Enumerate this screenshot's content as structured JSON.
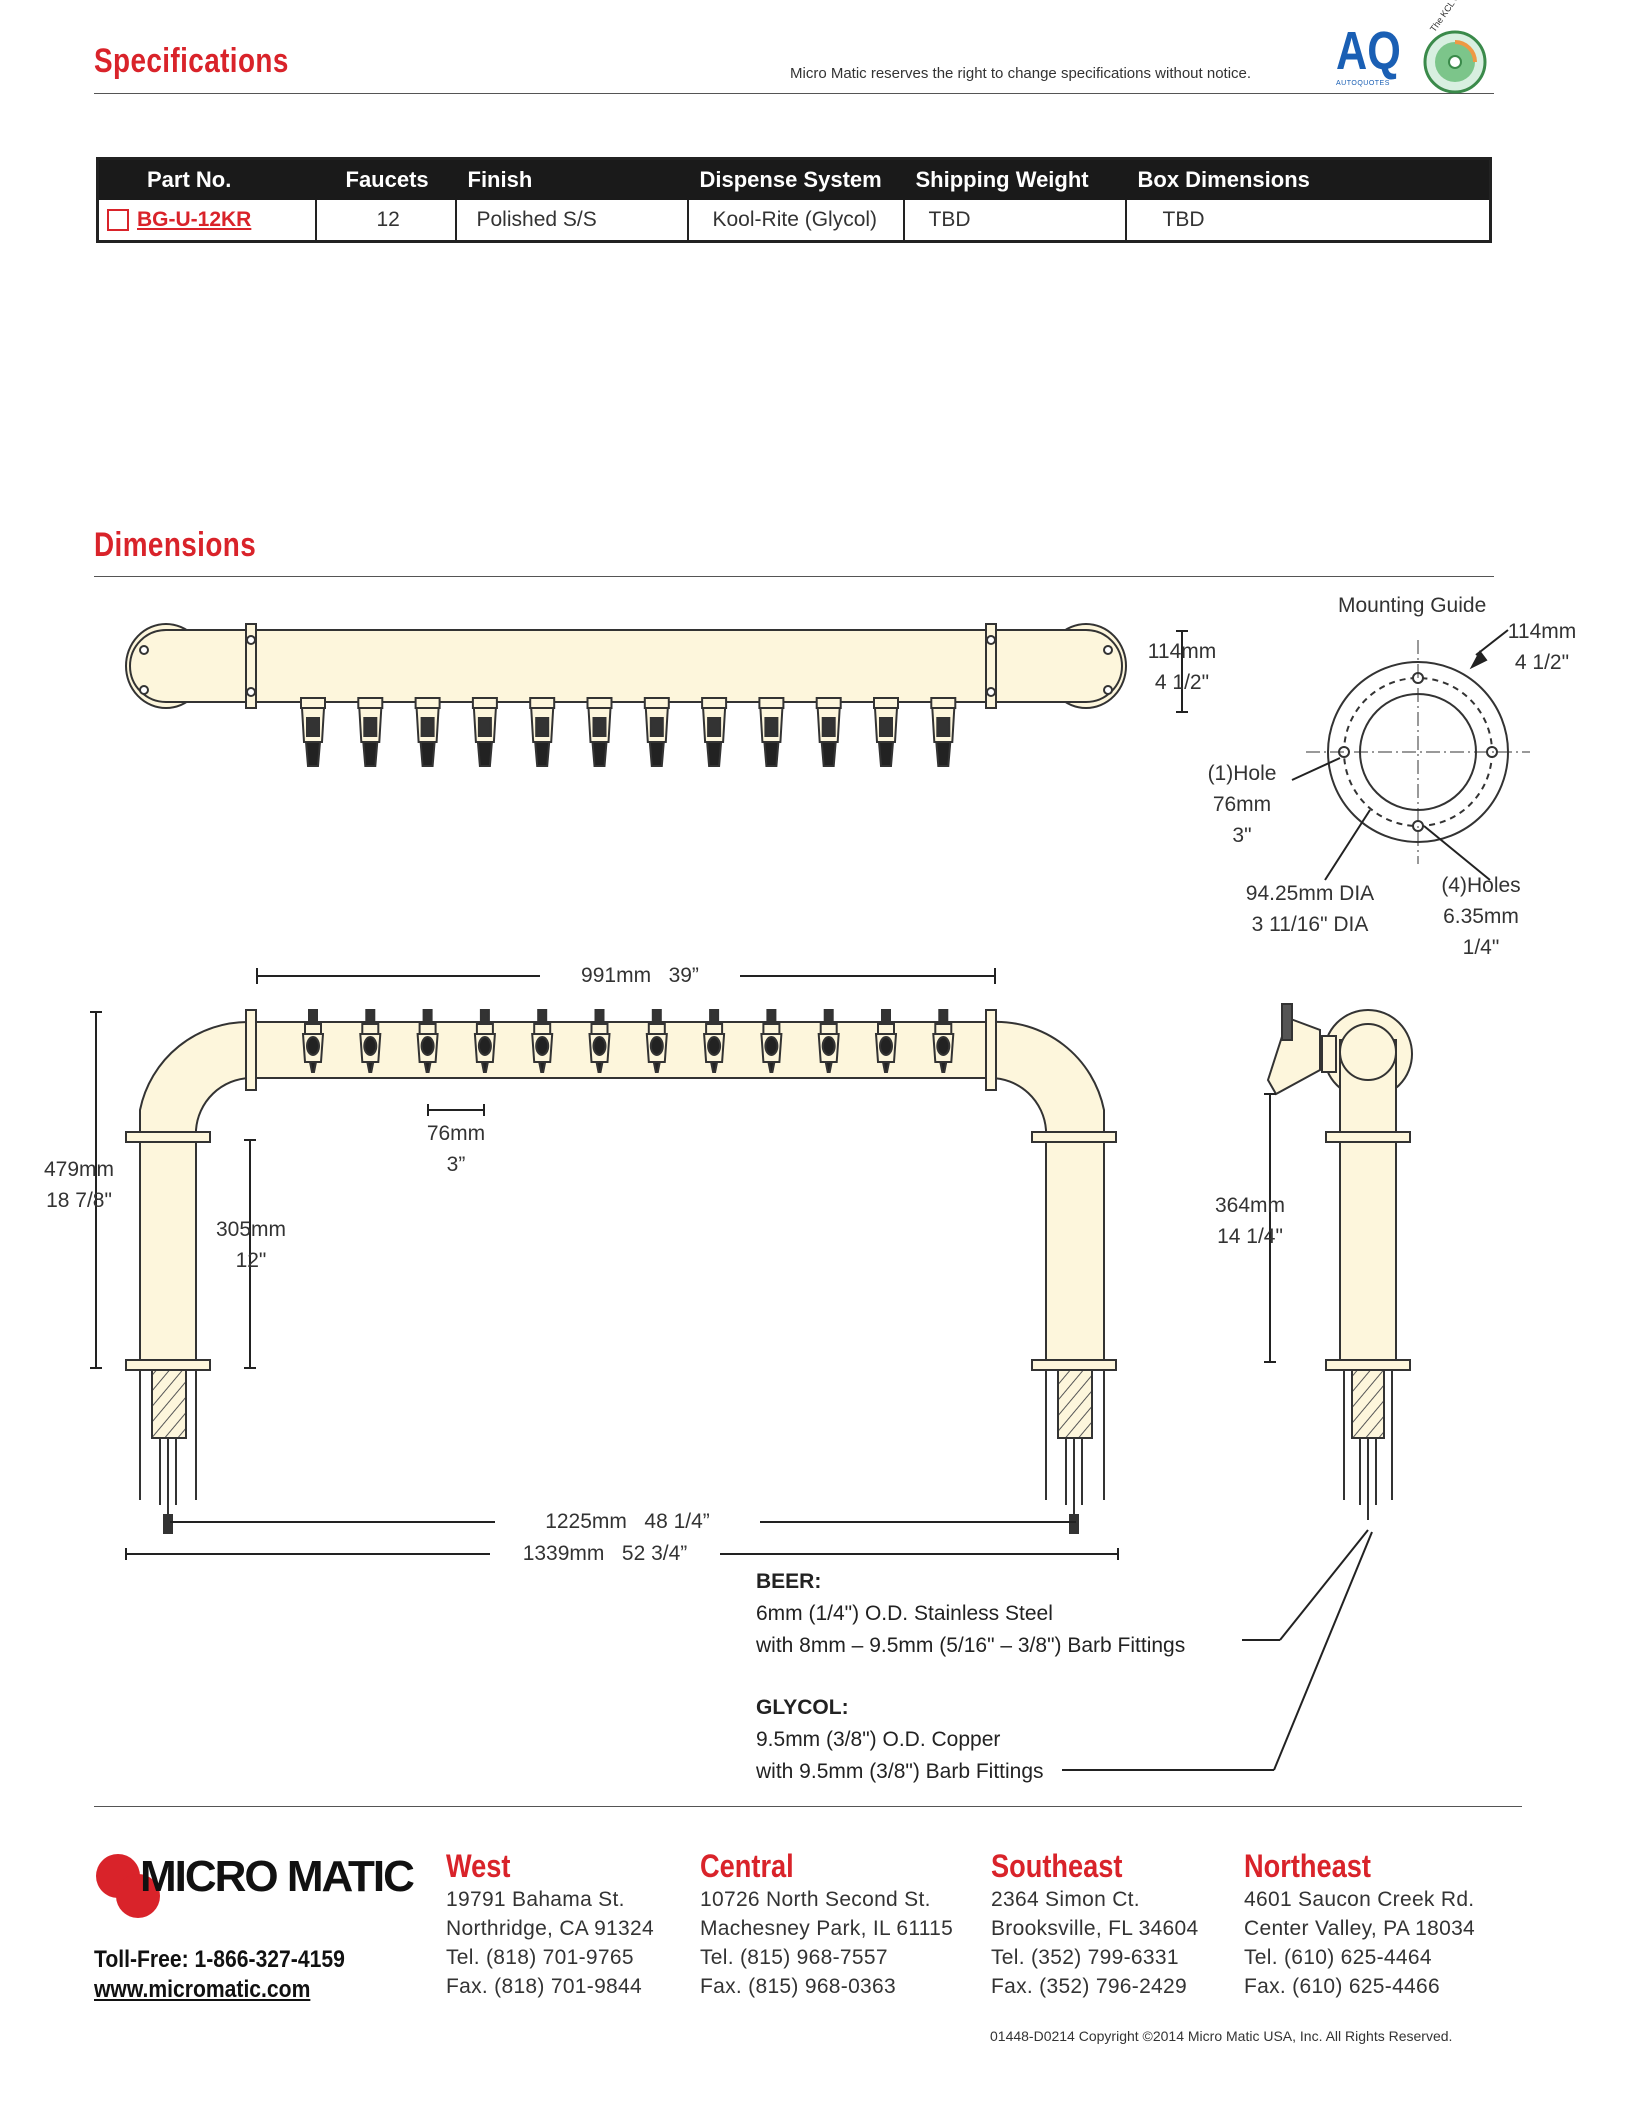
{
  "header": {
    "title": "Specifications",
    "notice": "Micro Matic reserves the right to change specifications without notice.",
    "logo_aq": "AQ",
    "logo_aq_sub": "AUTOQUOTES",
    "logo_kcl": "The KCL CADalog"
  },
  "spec_table": {
    "columns": [
      "Part No.",
      "Faucets",
      "Finish",
      "Dispense System",
      "Shipping Weight",
      "Box Dimensions"
    ],
    "rows": [
      {
        "part_no": "BG-U-12KR",
        "faucets": "12",
        "finish": "Polished S/S",
        "dispense": "Kool-Rite (Glycol)",
        "weight": "TBD",
        "box": "TBD"
      }
    ]
  },
  "dimensions": {
    "title": "Dimensions",
    "top_height": [
      "114mm",
      "4 1/2\""
    ],
    "mounting_guide": {
      "title": "Mounting Guide",
      "outer": [
        "114mm",
        "4 1/2\""
      ],
      "hole": [
        "(1)Hole",
        "76mm",
        "3\""
      ],
      "dia": [
        "94.25mm DIA",
        "3 11/16\" DIA"
      ],
      "holes": [
        "(4)Holes",
        "6.35mm",
        "1/4\""
      ]
    },
    "span_top": "991mm   39”",
    "spacing": [
      "76mm",
      "3”"
    ],
    "height_total": [
      "479mm",
      "18 7/8\""
    ],
    "height_inner": [
      "305mm",
      "12\""
    ],
    "width_inner": "1225mm   48 1/4”",
    "width_total": "1339mm   52 3/4”",
    "side_height": [
      "364mm",
      "14 1/4\""
    ],
    "beer_title": "BEER:",
    "beer_lines": [
      "6mm (1/4\") O.D. Stainless Steel",
      "with 8mm – 9.5mm (5/16\" – 3/8\") Barb Fittings"
    ],
    "glycol_title": "GLYCOL:",
    "glycol_lines": [
      "9.5mm (3/8\") O.D. Copper",
      "with 9.5mm (3/8\") Barb Fittings"
    ]
  },
  "footer": {
    "brand": "MICRO MATIC",
    "tollfree": "Toll-Free: 1-866-327-4159",
    "website": "www.micromatic.com",
    "offices": [
      {
        "name": "West",
        "lines": [
          "19791 Bahama St.",
          "Northridge, CA 91324",
          "Tel.  (818) 701-9765",
          "Fax.  (818) 701-9844"
        ]
      },
      {
        "name": "Central",
        "lines": [
          "10726 North Second St.",
          "Machesney Park, IL 61115",
          "Tel.  (815) 968-7557",
          "Fax.  (815) 968-0363"
        ]
      },
      {
        "name": "Southeast",
        "lines": [
          "2364 Simon Ct.",
          "Brooksville, FL 34604",
          "Tel.  (352) 799-6331",
          "Fax.  (352) 796-2429"
        ]
      },
      {
        "name": "Northeast",
        "lines": [
          "4601 Saucon Creek Rd.",
          "Center Valley, PA 18034",
          "Tel.  (610) 625-4464",
          "Fax.  (610) 625-4466"
        ]
      }
    ],
    "copyright": "01448-D0214  Copyright ©2014 Micro Matic USA, Inc. All Rights Reserved."
  },
  "colors": {
    "accent": "#d9232a",
    "tower_fill": "#fdf6dc",
    "aq_blue": "#1a5fb4"
  }
}
